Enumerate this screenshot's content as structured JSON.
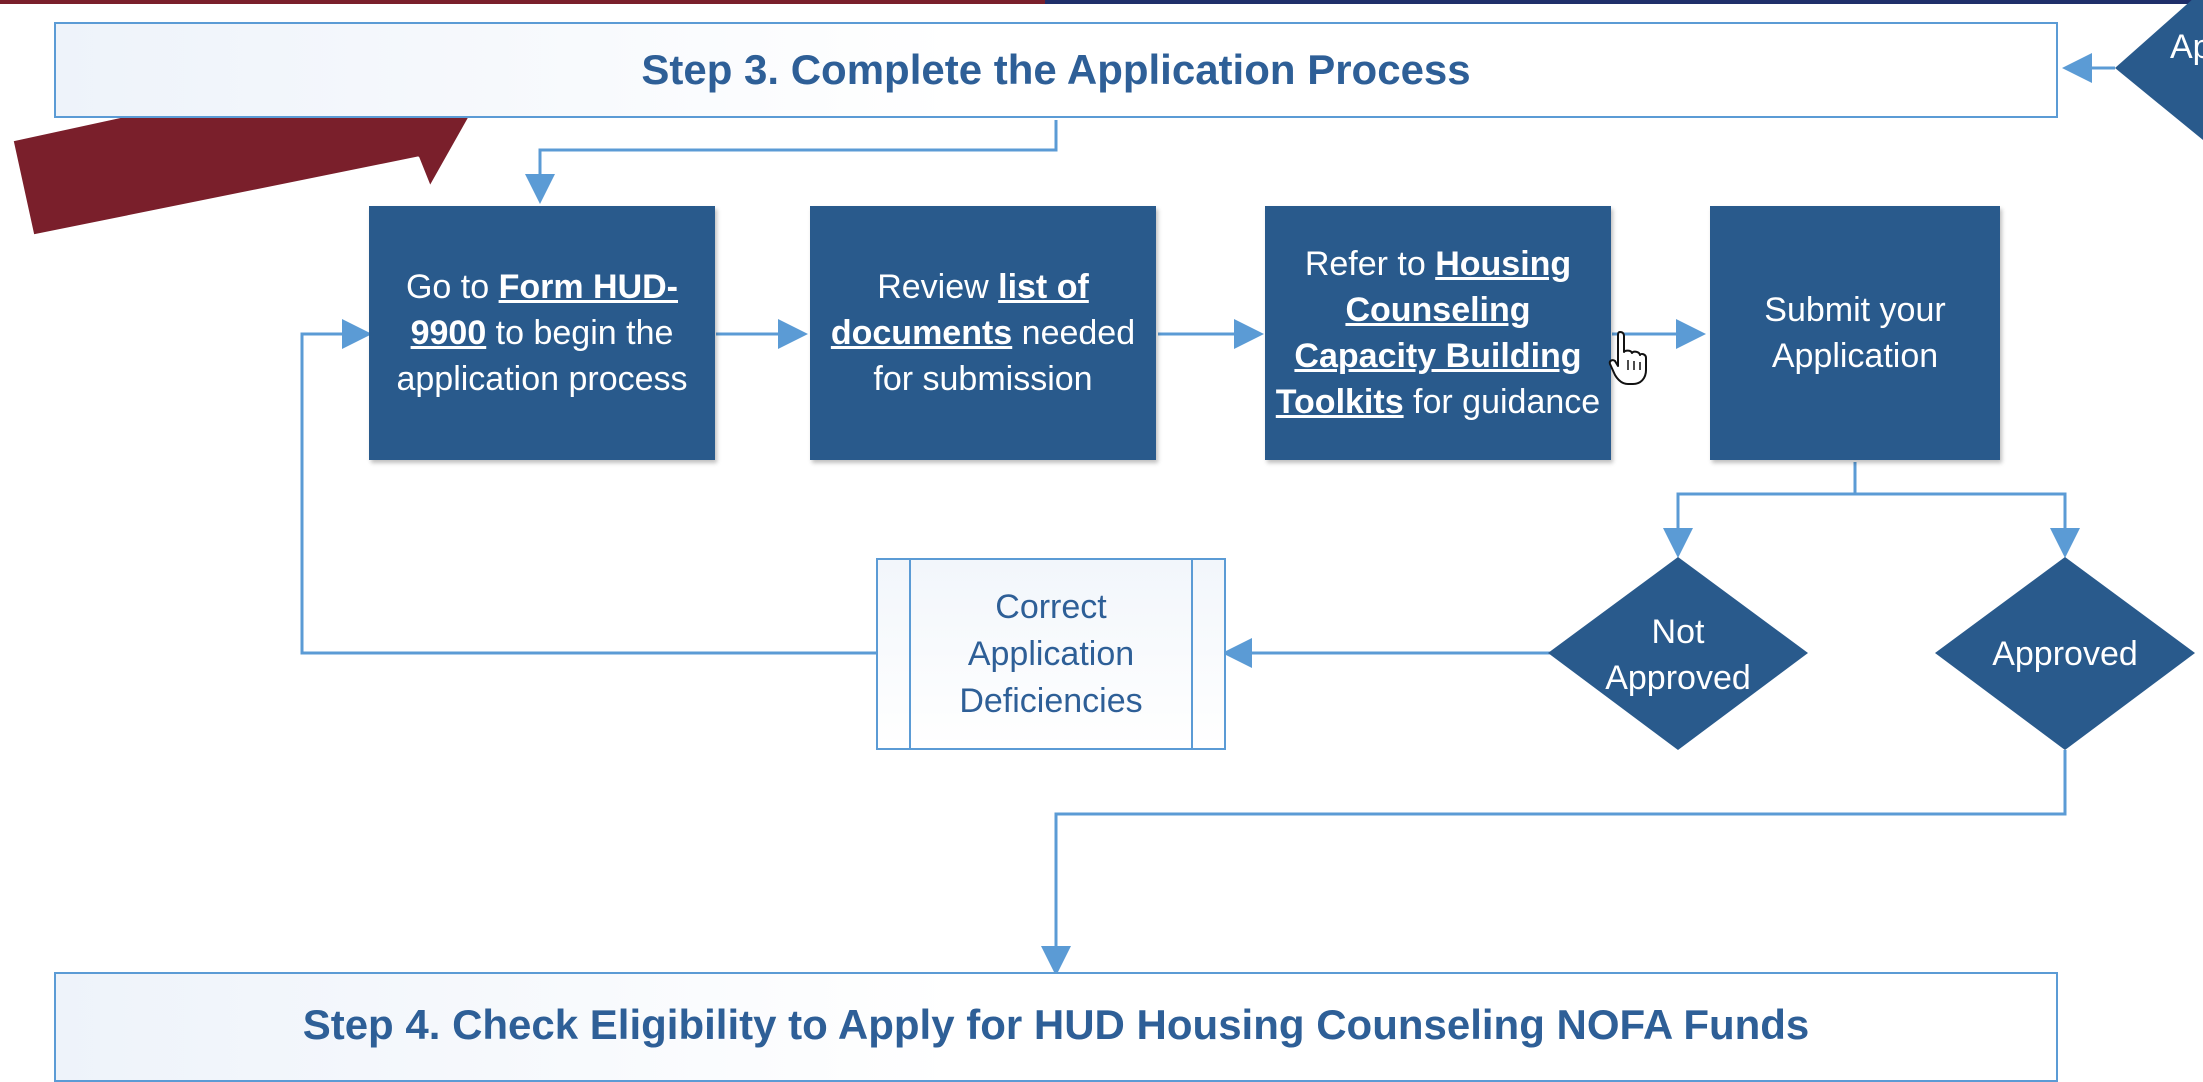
{
  "steps": {
    "step3": "Step 3. Complete the Application Process",
    "step4": "Step 4. Check Eligibility to Apply for HUD Housing Counseling NOFA Funds"
  },
  "boxes": {
    "form": {
      "pre": "Go to ",
      "link": "Form HUD-9900",
      "post": " to begin the application process"
    },
    "review": {
      "pre": "Review ",
      "link": "list of documents",
      "post": " needed for submission"
    },
    "toolkits": {
      "pre": "Refer to ",
      "link": "Housing Counseling Capacity Building Toolkits",
      "post": " for guidance"
    },
    "submit": "Submit your Application"
  },
  "correct": "Correct Application Deficiencies",
  "decisions": {
    "not_approved": "Not Approved",
    "approved": "Approved",
    "offscreen_partial": "Ap"
  },
  "colors": {
    "box": "#295a8c",
    "arrow": "#5b9bd5",
    "pointer": "#7a1f2b",
    "banner_text": "#2e5f97"
  },
  "icons": {
    "pointer": "big-red-arrow-icon",
    "cursor": "hand-cursor-icon"
  }
}
